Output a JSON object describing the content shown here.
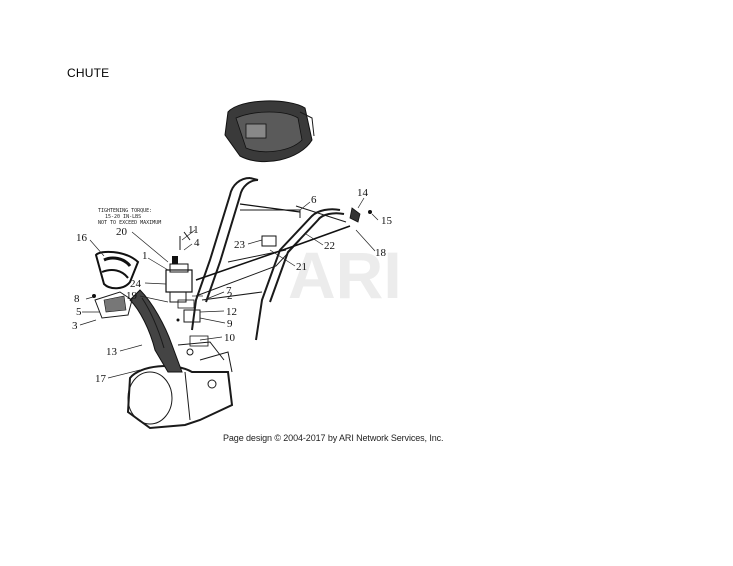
{
  "page": {
    "title": "CHUTE"
  },
  "diagram": {
    "watermark": "ARI",
    "torque_note": [
      "TIGHTENING TORQUE:",
      "15-20 IN-LBS",
      "NOT TO EXCEED MAXIMUM"
    ],
    "callouts": [
      "1",
      "2",
      "3",
      "4",
      "5",
      "6",
      "7",
      "8",
      "9",
      "10",
      "11",
      "12",
      "13",
      "14",
      "15",
      "16",
      "17",
      "18",
      "19",
      "20",
      "21",
      "22",
      "23",
      "24"
    ]
  },
  "footer": {
    "copyright": "Page design © 2004-2017 by ARI Network Services, Inc."
  }
}
